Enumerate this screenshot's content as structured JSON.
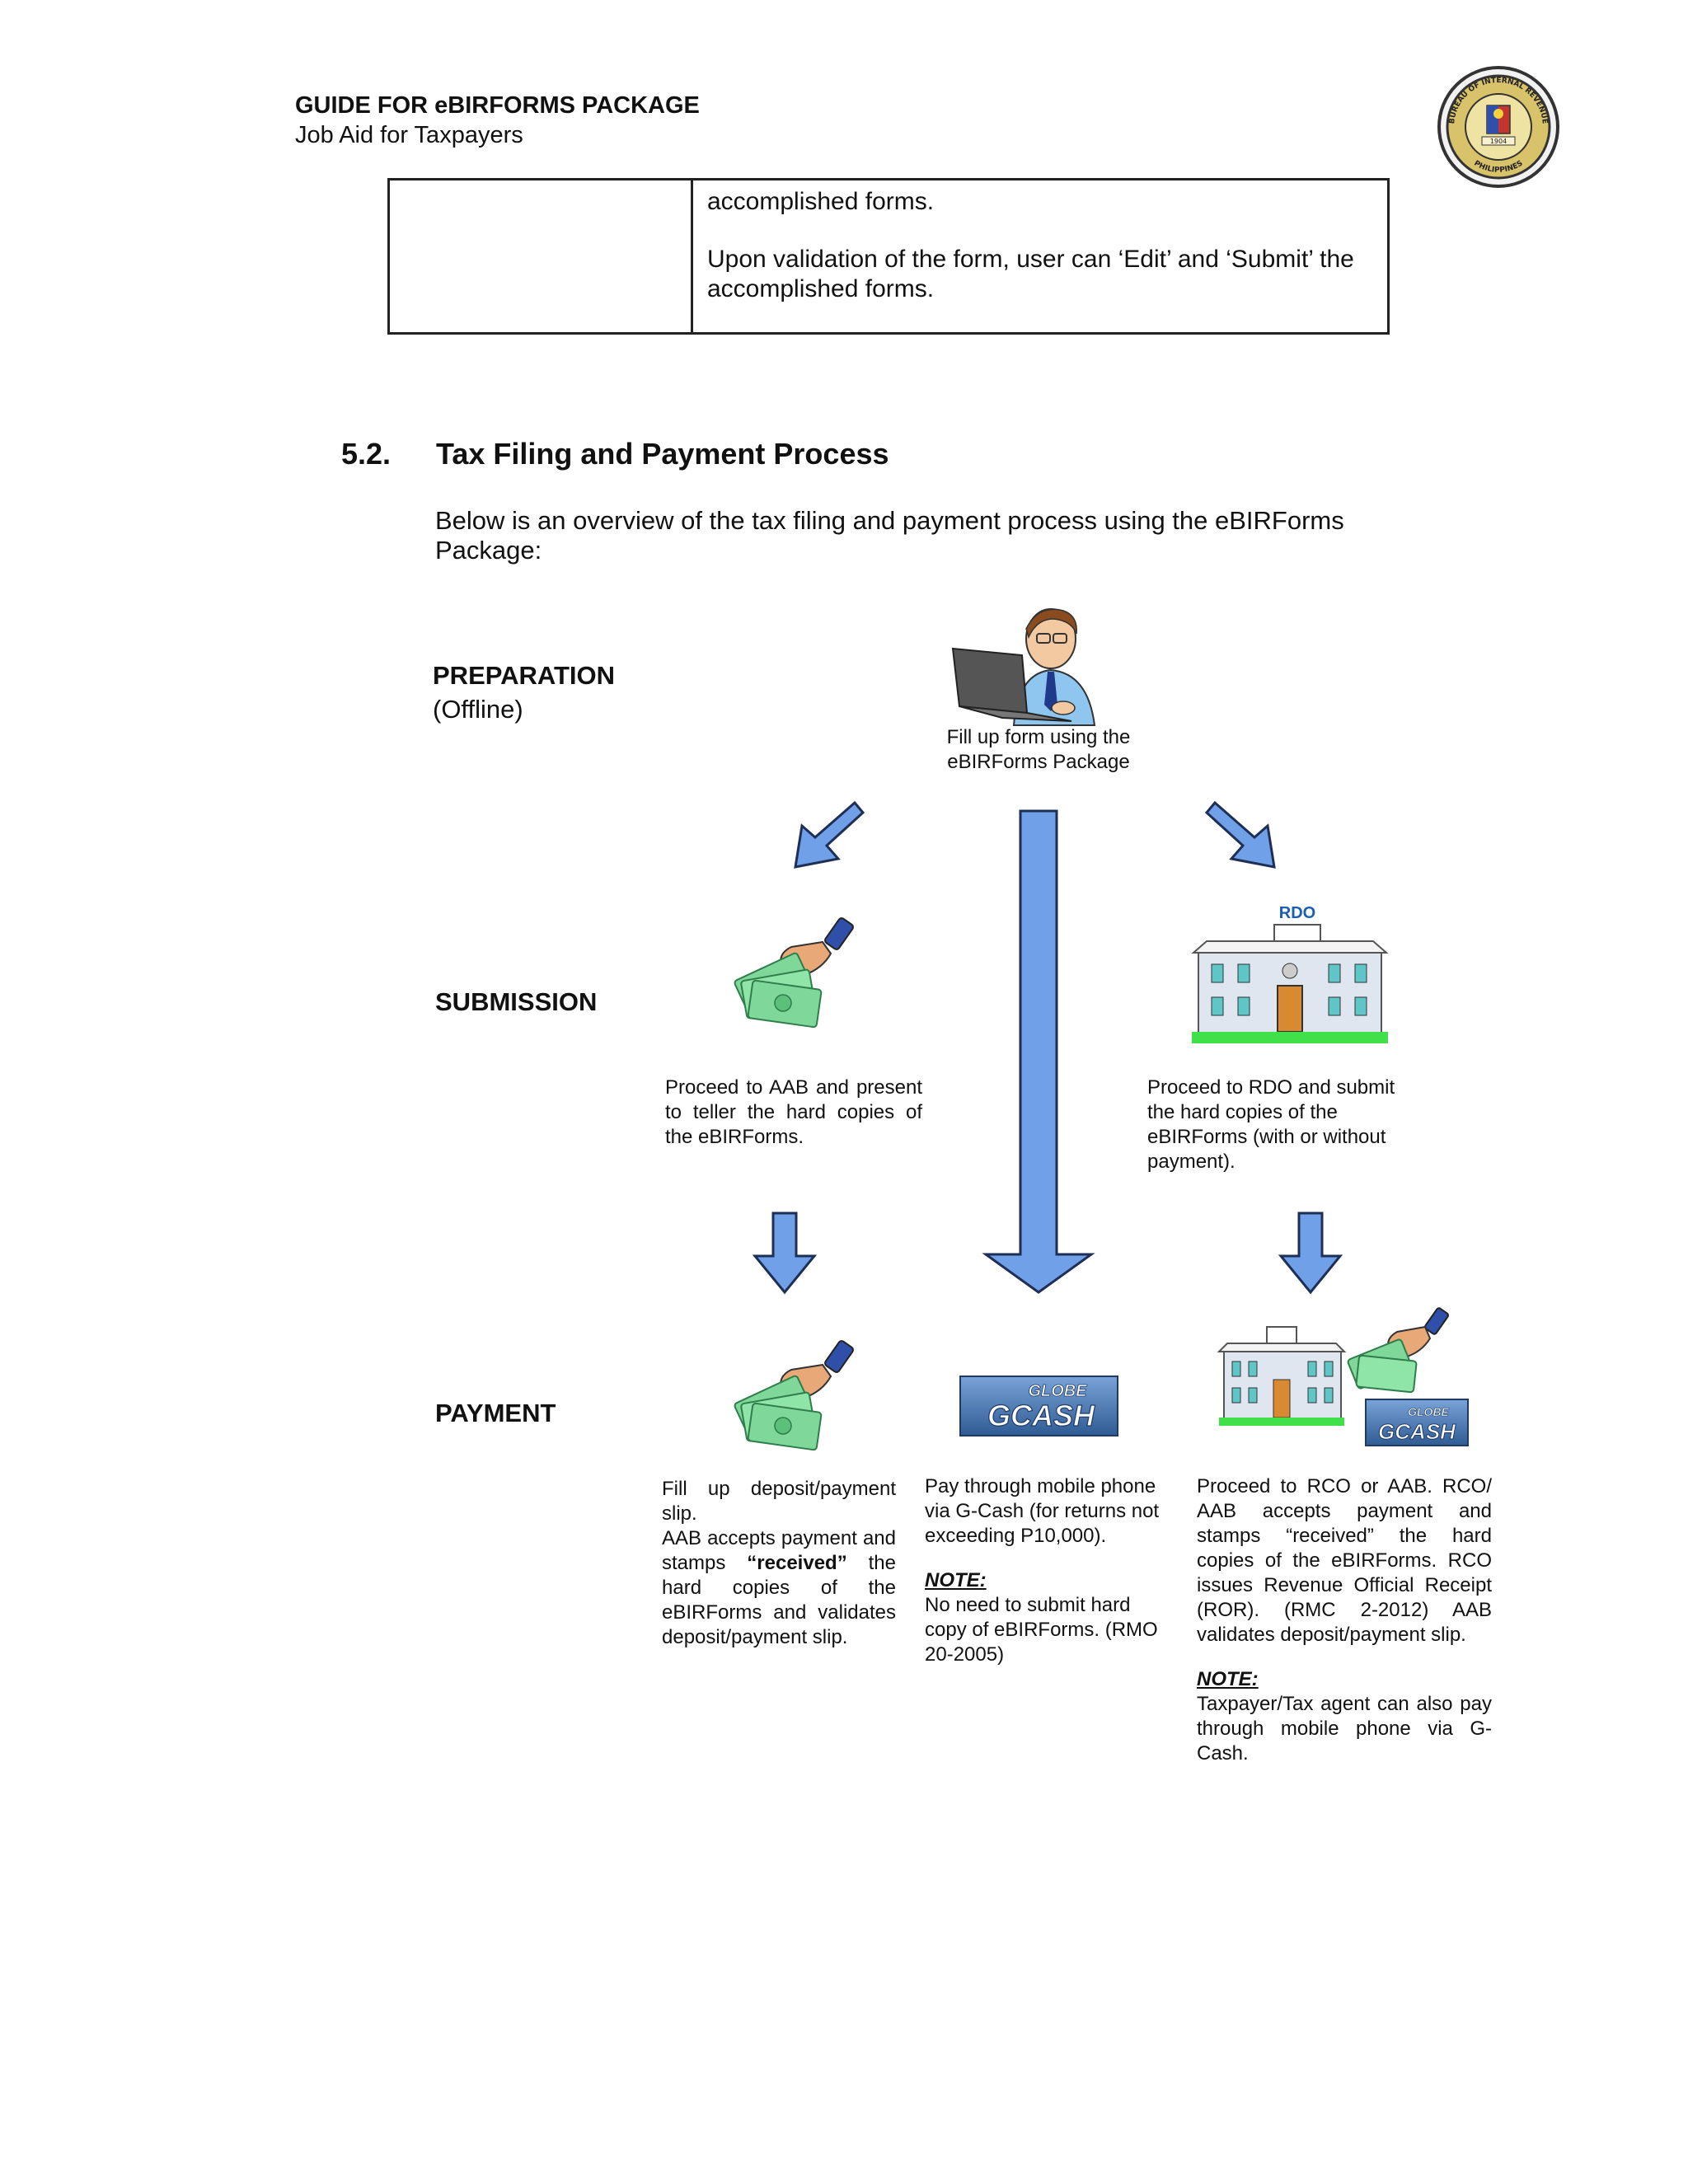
{
  "header": {
    "title": "GUIDE FOR eBIRFORMS PACKAGE",
    "subtitle": "Job Aid for Taxpayers",
    "seal_text": "BUREAU OF INTERNAL REVENUE",
    "seal_text_bottom": "PHILIPPINES",
    "seal_year": "1904"
  },
  "table": {
    "line1": "accomplished forms.",
    "line2": " Upon validation of the form, user can ‘Edit’ and ‘Submit’ the accomplished forms."
  },
  "section": {
    "number": "5.2.",
    "title": "Tax Filing and Payment Process",
    "intro": "Below is an overview of the tax filing and payment process using the eBIRForms Package:"
  },
  "stages": {
    "preparation": "PREPARATION",
    "preparation_sub": "(Offline)",
    "submission": "SUBMISSION",
    "payment": "PAYMENT"
  },
  "captions": {
    "fill_form": "Fill up form using the eBIRForms Package",
    "aab_submit": "Proceed to AAB and present to teller the hard copies of the eBIRForms.",
    "rdo_label": "RDO",
    "rdo_submit": "Proceed to RDO and submit the hard copies of the eBIRForms (with or without payment).",
    "aab_pay_a": "Fill up deposit/payment slip.",
    "aab_pay_b": "AAB accepts payment and stamps",
    "aab_pay_recv": "“received”",
    "aab_pay_c": "the hard copies of the eBIRForms and validates deposit/payment slip.",
    "gcash_pay": "Pay through mobile phone via G-Cash (for returns not exceeding P10,000).",
    "gcash_note_label": "NOTE:",
    "gcash_note": "No need to submit hard copy of eBIRForms. (RMO 20-2005)",
    "rco_pay": "Proceed to RCO or AAB. RCO/ AAB accepts payment and stamps “received” the hard copies of the eBIRForms. RCO issues Revenue Official Receipt (ROR). (RMC 2-2012) AAB validates deposit/payment slip.",
    "rco_note_label": "NOTE:",
    "rco_note": "Taxpayer/Tax agent can also pay through mobile phone via G-Cash.",
    "logo_globe": "GLOBE",
    "logo_gcash": "GCASH"
  },
  "colors": {
    "arrow": "#6fa0e8",
    "arrow_stroke": "#1e2f55",
    "money": "#7fd89a",
    "building": "#dfe6f0",
    "rdo_text": "#1a5fb4"
  }
}
